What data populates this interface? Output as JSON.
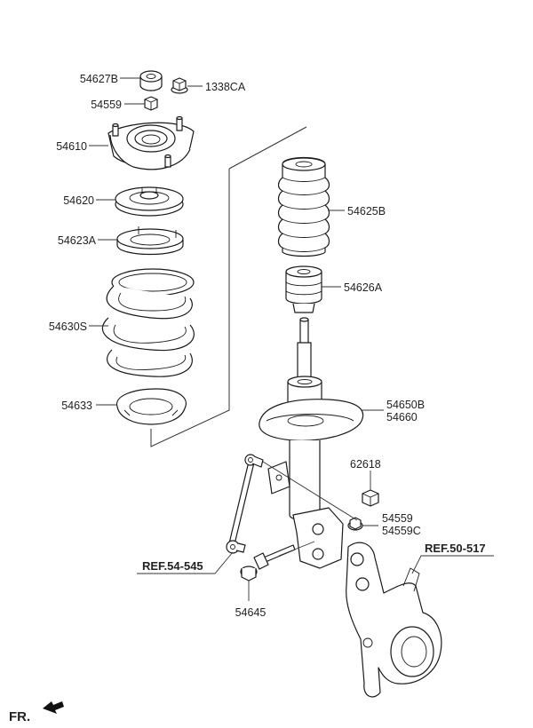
{
  "parts": [
    {
      "id": "p54627b",
      "label": "54627B",
      "anchor": "end"
    },
    {
      "id": "p1338ca",
      "label": "1338CA",
      "anchor": "start"
    },
    {
      "id": "p54559top",
      "label": "54559",
      "anchor": "end"
    },
    {
      "id": "p54610",
      "label": "54610",
      "anchor": "end"
    },
    {
      "id": "p54620",
      "label": "54620",
      "anchor": "end"
    },
    {
      "id": "p54623a",
      "label": "54623A",
      "anchor": "end"
    },
    {
      "id": "p54630s",
      "label": "54630S",
      "anchor": "end"
    },
    {
      "id": "p54633",
      "label": "54633",
      "anchor": "end"
    },
    {
      "id": "p54625b",
      "label": "54625B",
      "anchor": "start"
    },
    {
      "id": "p54626a",
      "label": "54626A",
      "anchor": "start"
    },
    {
      "id": "p54650b",
      "label": "54650B",
      "anchor": "start"
    },
    {
      "id": "p54660",
      "label": "54660",
      "anchor": "start"
    },
    {
      "id": "p62618",
      "label": "62618",
      "anchor": "start"
    },
    {
      "id": "p54559",
      "label": "54559",
      "anchor": "start"
    },
    {
      "id": "p54559c",
      "label": "54559C",
      "anchor": "start"
    },
    {
      "id": "p54645",
      "label": "54645",
      "anchor": "middle"
    }
  ],
  "references": [
    {
      "id": "ref54545",
      "label": "REF.54-545"
    },
    {
      "id": "ref50517",
      "label": "REF.50-517"
    }
  ],
  "front_indicator": "FR."
}
